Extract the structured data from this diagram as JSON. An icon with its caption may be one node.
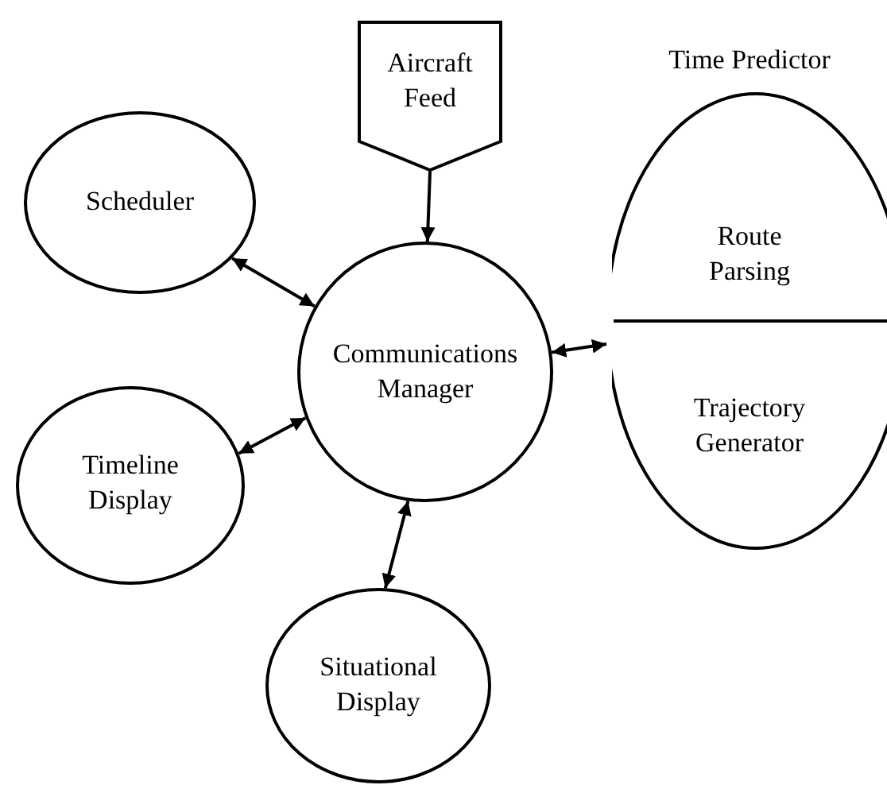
{
  "diagram": {
    "nodes": [
      {
        "text": [
          "Aircraft Feed"
        ]
      },
      {
        "text": [
          "Time Predictor"
        ]
      },
      {
        "text": [
          "Route Parsing"
        ],
        "in": 1
      },
      {
        "text": [
          "Trajectory Generator"
        ],
        "in": 1
      },
      {
        "text": [
          "Scheduler"
        ]
      },
      {
        "text": [
          "Communications Manager"
        ]
      },
      {
        "text": [
          "Timeline Display"
        ]
      },
      {
        "text": [
          "Situational Display"
        ]
      }
    ],
    "edges": [
      {
        "from": 0,
        "to": 5,
        "arrow": "to"
      },
      {
        "from": 4,
        "to": 5,
        "arrow": "both"
      },
      {
        "from": 5,
        "to": 1,
        "arrow": "both"
      },
      {
        "from": 6,
        "to": 5,
        "arrow": "both"
      },
      {
        "from": 5,
        "to": 7,
        "arrow": "both"
      }
    ]
  }
}
